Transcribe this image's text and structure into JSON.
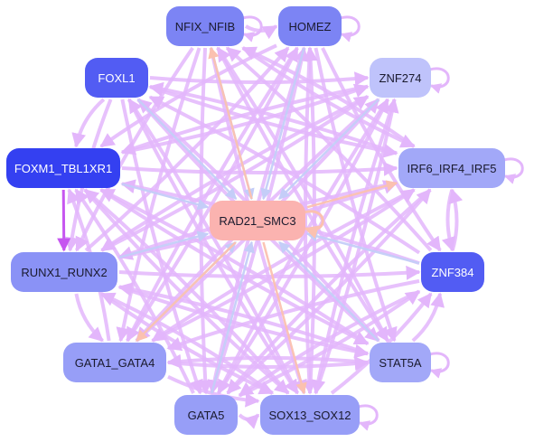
{
  "colors": {
    "edge_default": "#e3b6fb",
    "edge_blue": "#c4cdf8",
    "edge_orange": "#fbc1b0",
    "edge_strong": "#c656f0",
    "text_light": "#ffffff",
    "text_dark": "#1a1a2e"
  },
  "nodes": [
    {
      "id": "nfix_nfib",
      "label": "NFIX_NFIB",
      "fill": "#7c84f4",
      "text": "dark"
    },
    {
      "id": "homez",
      "label": "HOMEZ",
      "fill": "#7c84f4",
      "text": "dark"
    },
    {
      "id": "foxl1",
      "label": "FOXL1",
      "fill": "#525cf3",
      "text": "light"
    },
    {
      "id": "znf274",
      "label": "ZNF274",
      "fill": "#bfc3fb",
      "text": "dark"
    },
    {
      "id": "foxm1_tbl1xr1",
      "label": "FOXM1_TBL1XR1",
      "fill": "#3440f1",
      "text": "light"
    },
    {
      "id": "irf6_irf4_irf5",
      "label": "IRF6_IRF4_IRF5",
      "fill": "#a2a8f8",
      "text": "dark"
    },
    {
      "id": "rad21_smc3",
      "label": "RAD21_SMC3",
      "fill": "#fbb3b0",
      "text": "dark"
    },
    {
      "id": "runx1_runx2",
      "label": "RUNX1_RUNX2",
      "fill": "#8a92f6",
      "text": "dark"
    },
    {
      "id": "znf384",
      "label": "ZNF384",
      "fill": "#525cf3",
      "text": "light"
    },
    {
      "id": "gata1_gata4",
      "label": "GATA1_GATA4",
      "fill": "#979ef7",
      "text": "dark"
    },
    {
      "id": "stat5a",
      "label": "STAT5A",
      "fill": "#a2a8f8",
      "text": "dark"
    },
    {
      "id": "gata5",
      "label": "GATA5",
      "fill": "#979ef7",
      "text": "dark"
    },
    {
      "id": "sox13_sox12",
      "label": "SOX13_SOX12",
      "fill": "#979ef7",
      "text": "dark"
    }
  ],
  "self_loops": [
    "nfix_nfib",
    "homez",
    "znf274",
    "irf6_irf4_irf5",
    "rad21_smc3",
    "stat5a",
    "sox13_sox12"
  ],
  "edges": [
    {
      "from": "foxm1_tbl1xr1",
      "to": "runx1_runx2",
      "style": "strong"
    },
    {
      "from": "foxl1",
      "to": "runx1_runx2",
      "style": "default"
    },
    {
      "from": "irf6_irf4_irf5",
      "to": "znf384",
      "style": "default"
    },
    {
      "from": "znf384",
      "to": "irf6_irf4_irf5",
      "style": "default"
    },
    {
      "from": "foxm1_tbl1xr1",
      "to": "irf6_irf4_irf5",
      "style": "default"
    },
    {
      "from": "runx1_runx2",
      "to": "znf384",
      "style": "default"
    },
    {
      "from": "nfix_nfib",
      "to": "rad21_smc3",
      "style": "blue"
    },
    {
      "from": "homez",
      "to": "rad21_smc3",
      "style": "blue"
    },
    {
      "from": "foxl1",
      "to": "rad21_smc3",
      "style": "blue"
    },
    {
      "from": "znf274",
      "to": "rad21_smc3",
      "style": "blue"
    },
    {
      "from": "foxm1_tbl1xr1",
      "to": "rad21_smc3",
      "style": "blue"
    },
    {
      "from": "znf384",
      "to": "rad21_smc3",
      "style": "blue"
    },
    {
      "from": "runx1_runx2",
      "to": "rad21_smc3",
      "style": "blue"
    },
    {
      "from": "gata1_gata4",
      "to": "rad21_smc3",
      "style": "blue"
    },
    {
      "from": "stat5a",
      "to": "rad21_smc3",
      "style": "blue"
    },
    {
      "from": "gata5",
      "to": "rad21_smc3",
      "style": "blue"
    },
    {
      "from": "rad21_smc3",
      "to": "irf6_irf4_irf5",
      "style": "orange"
    },
    {
      "from": "rad21_smc3",
      "to": "sox13_sox12",
      "style": "orange"
    },
    {
      "from": "rad21_smc3",
      "to": "nfix_nfib",
      "style": "orange"
    },
    {
      "from": "rad21_smc3",
      "to": "gata1_gata4",
      "style": "orange"
    },
    {
      "from": "nfix_nfib",
      "to": "gata5",
      "style": "default"
    },
    {
      "from": "nfix_nfib",
      "to": "stat5a",
      "style": "default"
    },
    {
      "from": "nfix_nfib",
      "to": "gata1_gata4",
      "style": "default"
    },
    {
      "from": "nfix_nfib",
      "to": "sox13_sox12",
      "style": "default"
    },
    {
      "from": "nfix_nfib",
      "to": "runx1_runx2",
      "style": "default"
    },
    {
      "from": "nfix_nfib",
      "to": "irf6_irf4_irf5",
      "style": "default"
    },
    {
      "from": "homez",
      "to": "gata1_gata4",
      "style": "default"
    },
    {
      "from": "homez",
      "to": "gata5",
      "style": "default"
    },
    {
      "from": "homez",
      "to": "sox13_sox12",
      "style": "default"
    },
    {
      "from": "homez",
      "to": "stat5a",
      "style": "default"
    },
    {
      "from": "homez",
      "to": "foxm1_tbl1xr1",
      "style": "default"
    },
    {
      "from": "homez",
      "to": "znf384",
      "style": "default"
    },
    {
      "from": "foxl1",
      "to": "stat5a",
      "style": "default"
    },
    {
      "from": "foxl1",
      "to": "sox13_sox12",
      "style": "default"
    },
    {
      "from": "foxl1",
      "to": "znf274",
      "style": "default"
    },
    {
      "from": "foxl1",
      "to": "irf6_irf4_irf5",
      "style": "default"
    },
    {
      "from": "foxl1",
      "to": "gata5",
      "style": "default"
    },
    {
      "from": "znf274",
      "to": "gata1_gata4",
      "style": "default"
    },
    {
      "from": "znf274",
      "to": "gata5",
      "style": "default"
    },
    {
      "from": "znf274",
      "to": "runx1_runx2",
      "style": "default"
    },
    {
      "from": "znf274",
      "to": "foxm1_tbl1xr1",
      "style": "default"
    },
    {
      "from": "znf274",
      "to": "sox13_sox12",
      "style": "default"
    },
    {
      "from": "foxm1_tbl1xr1",
      "to": "stat5a",
      "style": "default"
    },
    {
      "from": "foxm1_tbl1xr1",
      "to": "sox13_sox12",
      "style": "default"
    },
    {
      "from": "foxm1_tbl1xr1",
      "to": "znf274",
      "style": "default"
    },
    {
      "from": "irf6_irf4_irf5",
      "to": "gata1_gata4",
      "style": "default"
    },
    {
      "from": "irf6_irf4_irf5",
      "to": "gata5",
      "style": "default"
    },
    {
      "from": "irf6_irf4_irf5",
      "to": "runx1_runx2",
      "style": "default"
    },
    {
      "from": "irf6_irf4_irf5",
      "to": "foxl1",
      "style": "default"
    },
    {
      "from": "irf6_irf4_irf5",
      "to": "nfix_nfib",
      "style": "default"
    },
    {
      "from": "runx1_runx2",
      "to": "stat5a",
      "style": "default"
    },
    {
      "from": "runx1_runx2",
      "to": "sox13_sox12",
      "style": "default"
    },
    {
      "from": "runx1_runx2",
      "to": "homez",
      "style": "default"
    },
    {
      "from": "runx1_runx2",
      "to": "znf274",
      "style": "default"
    },
    {
      "from": "runx1_runx2",
      "to": "irf6_irf4_irf5",
      "style": "default"
    },
    {
      "from": "znf384",
      "to": "gata1_gata4",
      "style": "default"
    },
    {
      "from": "znf384",
      "to": "gata5",
      "style": "default"
    },
    {
      "from": "znf384",
      "to": "foxm1_tbl1xr1",
      "style": "default"
    },
    {
      "from": "znf384",
      "to": "foxl1",
      "style": "default"
    },
    {
      "from": "znf384",
      "to": "nfix_nfib",
      "style": "default"
    },
    {
      "from": "gata1_gata4",
      "to": "stat5a",
      "style": "default"
    },
    {
      "from": "gata1_gata4",
      "to": "znf274",
      "style": "default"
    },
    {
      "from": "gata1_gata4",
      "to": "irf6_irf4_irf5",
      "style": "default"
    },
    {
      "from": "gata1_gata4",
      "to": "homez",
      "style": "default"
    },
    {
      "from": "gata1_gata4",
      "to": "foxm1_tbl1xr1",
      "style": "default"
    },
    {
      "from": "stat5a",
      "to": "gata1_gata4",
      "style": "default"
    },
    {
      "from": "stat5a",
      "to": "runx1_runx2",
      "style": "default"
    },
    {
      "from": "stat5a",
      "to": "foxm1_tbl1xr1",
      "style": "default"
    },
    {
      "from": "stat5a",
      "to": "foxl1",
      "style": "default"
    },
    {
      "from": "stat5a",
      "to": "nfix_nfib",
      "style": "default"
    },
    {
      "from": "gata5",
      "to": "znf274",
      "style": "default"
    },
    {
      "from": "gata5",
      "to": "irf6_irf4_irf5",
      "style": "default"
    },
    {
      "from": "gata5",
      "to": "homez",
      "style": "default"
    },
    {
      "from": "gata5",
      "to": "foxm1_tbl1xr1",
      "style": "default"
    },
    {
      "from": "gata5",
      "to": "znf384",
      "style": "default"
    },
    {
      "from": "sox13_sox12",
      "to": "runx1_runx2",
      "style": "default"
    },
    {
      "from": "sox13_sox12",
      "to": "foxm1_tbl1xr1",
      "style": "default"
    },
    {
      "from": "sox13_sox12",
      "to": "foxl1",
      "style": "default"
    },
    {
      "from": "sox13_sox12",
      "to": "znf274",
      "style": "default"
    },
    {
      "from": "sox13_sox12",
      "to": "homez",
      "style": "default"
    },
    {
      "from": "sox13_sox12",
      "to": "znf384",
      "style": "default"
    },
    {
      "from": "gata1_gata4",
      "to": "sox13_sox12",
      "style": "default"
    },
    {
      "from": "gata5",
      "to": "sox13_sox12",
      "style": "default"
    },
    {
      "from": "stat5a",
      "to": "znf384",
      "style": "default"
    },
    {
      "from": "foxl1",
      "to": "foxm1_tbl1xr1",
      "style": "default"
    },
    {
      "from": "nfix_nfib",
      "to": "homez",
      "style": "default"
    },
    {
      "from": "runx1_runx2",
      "to": "gata1_gata4",
      "style": "default"
    }
  ]
}
